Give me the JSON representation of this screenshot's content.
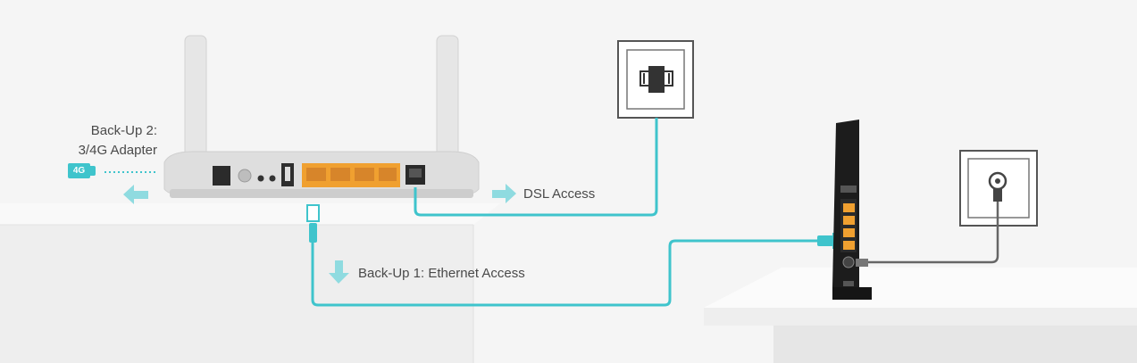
{
  "labels": {
    "backup2_line1": "Back-Up 2:",
    "backup2_line2": "3/4G Adapter",
    "adapter_chip": "4G",
    "dsl_access": "DSL Access",
    "backup1": "Back-Up 1: Ethernet Access"
  },
  "colors": {
    "cable": "#3fc4cc",
    "port_orange": "#f0a030",
    "background": "#f4f4f4",
    "modem_body": "#1c1c1c"
  },
  "icons": [
    "phone-jack-icon",
    "coax-outlet-icon",
    "4g-adapter-icon",
    "arrow-left-icon",
    "arrow-right-icon",
    "arrow-down-icon"
  ]
}
